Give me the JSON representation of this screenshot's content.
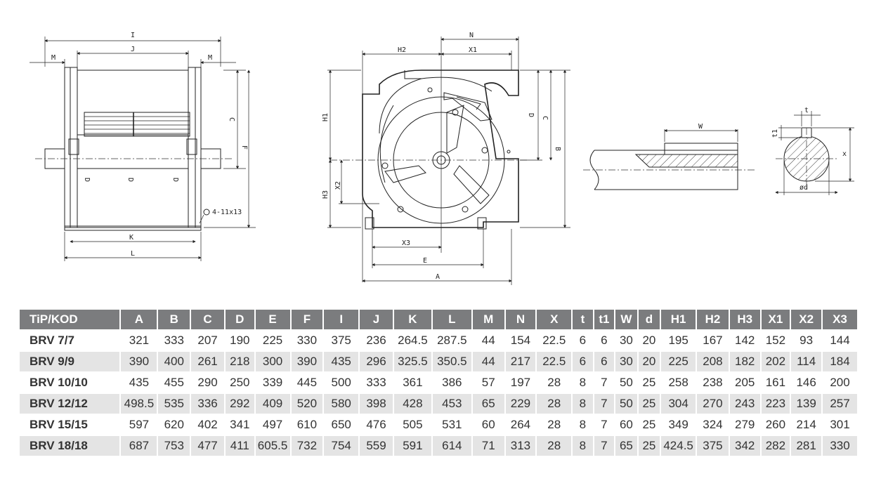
{
  "drawing_labels": {
    "front": {
      "I": "I",
      "J": "J",
      "M_left": "M",
      "M_right": "M",
      "C": "C",
      "F": "F",
      "D1": "D",
      "D2": "D",
      "D3": "D",
      "hole": "4-11x13",
      "K": "K",
      "L": "L"
    },
    "side": {
      "N": "N",
      "H2": "H2",
      "X1": "X1",
      "H1": "H1",
      "X2": "X2",
      "H3": "H3",
      "D": "D",
      "C": "C",
      "B": "B",
      "X3": "X3",
      "E": "E",
      "A": "A"
    },
    "shaft": {
      "W": "W"
    },
    "section": {
      "t": "t",
      "t1": "t1",
      "x": "x",
      "d": "ød"
    }
  },
  "table": {
    "columns": [
      "TiP/KOD",
      "A",
      "B",
      "C",
      "D",
      "E",
      "F",
      "I",
      "J",
      "K",
      "L",
      "M",
      "N",
      "X",
      "t",
      "t1",
      "W",
      "d",
      "H1",
      "H2",
      "H3",
      "X1",
      "X2",
      "X3"
    ],
    "rows": [
      [
        "BRV 7/7",
        "321",
        "333",
        "207",
        "190",
        "225",
        "330",
        "375",
        "236",
        "264.5",
        "287.5",
        "44",
        "154",
        "22.5",
        "6",
        "6",
        "30",
        "20",
        "195",
        "167",
        "142",
        "152",
        "93",
        "144"
      ],
      [
        "BRV 9/9",
        "390",
        "400",
        "261",
        "218",
        "300",
        "390",
        "435",
        "296",
        "325.5",
        "350.5",
        "44",
        "217",
        "22.5",
        "6",
        "6",
        "30",
        "20",
        "225",
        "208",
        "182",
        "202",
        "114",
        "184"
      ],
      [
        "BRV 10/10",
        "435",
        "455",
        "290",
        "250",
        "339",
        "445",
        "500",
        "333",
        "361",
        "386",
        "57",
        "197",
        "28",
        "8",
        "7",
        "50",
        "25",
        "258",
        "238",
        "205",
        "161",
        "146",
        "200"
      ],
      [
        "BRV 12/12",
        "498.5",
        "535",
        "336",
        "292",
        "409",
        "520",
        "580",
        "398",
        "428",
        "453",
        "65",
        "229",
        "28",
        "8",
        "7",
        "50",
        "25",
        "304",
        "270",
        "243",
        "223",
        "139",
        "257"
      ],
      [
        "BRV 15/15",
        "597",
        "620",
        "402",
        "341",
        "497",
        "610",
        "650",
        "476",
        "505",
        "531",
        "60",
        "264",
        "28",
        "8",
        "7",
        "60",
        "25",
        "349",
        "324",
        "279",
        "260",
        "214",
        "301"
      ],
      [
        "BRV 18/18",
        "687",
        "753",
        "477",
        "411",
        "605.5",
        "732",
        "754",
        "559",
        "591",
        "614",
        "71",
        "313",
        "28",
        "8",
        "7",
        "65",
        "25",
        "424.5",
        "375",
        "342",
        "282",
        "281",
        "330"
      ]
    ]
  }
}
